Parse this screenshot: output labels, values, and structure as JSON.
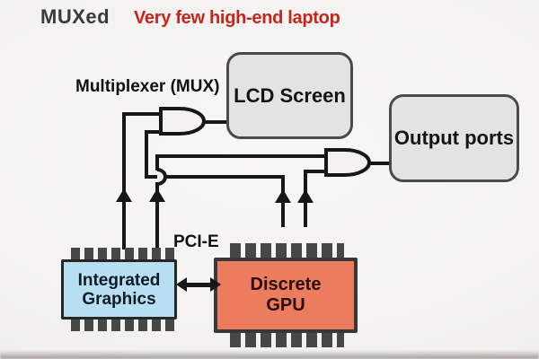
{
  "header": {
    "title": "MUXed",
    "note": "Very few high-end laptop"
  },
  "labels": {
    "multiplexer": "Multiplexer (MUX)",
    "pcie": "PCI-E"
  },
  "nodes": {
    "lcd": {
      "label": "LCD Screen",
      "fill": "#e4e3e4",
      "border": "#4a4a4a"
    },
    "output_ports": {
      "label": "Output ports",
      "fill": "#e4e3e4",
      "border": "#4a4a4a"
    },
    "integrated_graphics": {
      "label_line1": "Integrated",
      "label_line2": "Graphics",
      "fill": "#b8dff1"
    },
    "discrete_gpu": {
      "label_line1": "Discrete",
      "label_line2": "GPU",
      "fill": "#ec7c5e"
    }
  },
  "palette": {
    "wire": "#171717",
    "note_red": "#c8241b",
    "title_gray": "#3a3a3a",
    "pin_gray": "#474747",
    "background": "#f3f2f1"
  }
}
